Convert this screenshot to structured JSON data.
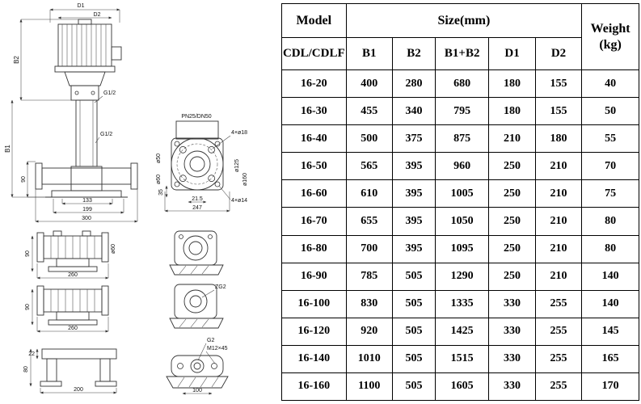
{
  "drawing": {
    "front": {
      "d1": "D1",
      "d2": "D2",
      "b1": "B1",
      "b2": "B2",
      "g12_a": "G1/2",
      "g12_b": "G1/2",
      "dim90": "90",
      "dim133": "133",
      "dim199": "199",
      "dim300": "300"
    },
    "flange": {
      "pn": "PN25/DN50",
      "holes_big": "4×ø18",
      "holes_small": "4×ø14",
      "dia125": "ø125",
      "dia160": "ø160",
      "dia50": "ø50",
      "dia60": "ø60",
      "dim35": "35",
      "dim215": "21.5",
      "dim247": "247"
    },
    "side1": {
      "dim90": "90",
      "dim260": "260",
      "dia60": "ø60"
    },
    "side2": {
      "dim90": "90",
      "dim260": "260",
      "zg2": "ZG2"
    },
    "bottom": {
      "dim22": "22",
      "dim80": "80",
      "dim200": "200",
      "g2": "G2",
      "bolt": "M12×45",
      "dim100": "100"
    }
  },
  "table": {
    "title_model": "Model",
    "title_size": "Size(mm)",
    "title_weight_1": "Weight",
    "title_weight_2": "(kg)",
    "model_sub": "CDL/CDLF",
    "columns": [
      "B1",
      "B2",
      "B1+B2",
      "D1",
      "D2"
    ],
    "rows": [
      {
        "model": "16-20",
        "b1": "400",
        "b2": "280",
        "sum": "680",
        "d1": "180",
        "d2": "155",
        "w": "40"
      },
      {
        "model": "16-30",
        "b1": "455",
        "b2": "340",
        "sum": "795",
        "d1": "180",
        "d2": "155",
        "w": "50"
      },
      {
        "model": "16-40",
        "b1": "500",
        "b2": "375",
        "sum": "875",
        "d1": "210",
        "d2": "180",
        "w": "55"
      },
      {
        "model": "16-50",
        "b1": "565",
        "b2": "395",
        "sum": "960",
        "d1": "250",
        "d2": "210",
        "w": "70"
      },
      {
        "model": "16-60",
        "b1": "610",
        "b2": "395",
        "sum": "1005",
        "d1": "250",
        "d2": "210",
        "w": "75"
      },
      {
        "model": "16-70",
        "b1": "655",
        "b2": "395",
        "sum": "1050",
        "d1": "250",
        "d2": "210",
        "w": "80"
      },
      {
        "model": "16-80",
        "b1": "700",
        "b2": "395",
        "sum": "1095",
        "d1": "250",
        "d2": "210",
        "w": "80"
      },
      {
        "model": "16-90",
        "b1": "785",
        "b2": "505",
        "sum": "1290",
        "d1": "250",
        "d2": "210",
        "w": "140"
      },
      {
        "model": "16-100",
        "b1": "830",
        "b2": "505",
        "sum": "1335",
        "d1": "330",
        "d2": "255",
        "w": "140"
      },
      {
        "model": "16-120",
        "b1": "920",
        "b2": "505",
        "sum": "1425",
        "d1": "330",
        "d2": "255",
        "w": "145"
      },
      {
        "model": "16-140",
        "b1": "1010",
        "b2": "505",
        "sum": "1515",
        "d1": "330",
        "d2": "255",
        "w": "165"
      },
      {
        "model": "16-160",
        "b1": "1100",
        "b2": "505",
        "sum": "1605",
        "d1": "330",
        "d2": "255",
        "w": "170"
      }
    ]
  }
}
